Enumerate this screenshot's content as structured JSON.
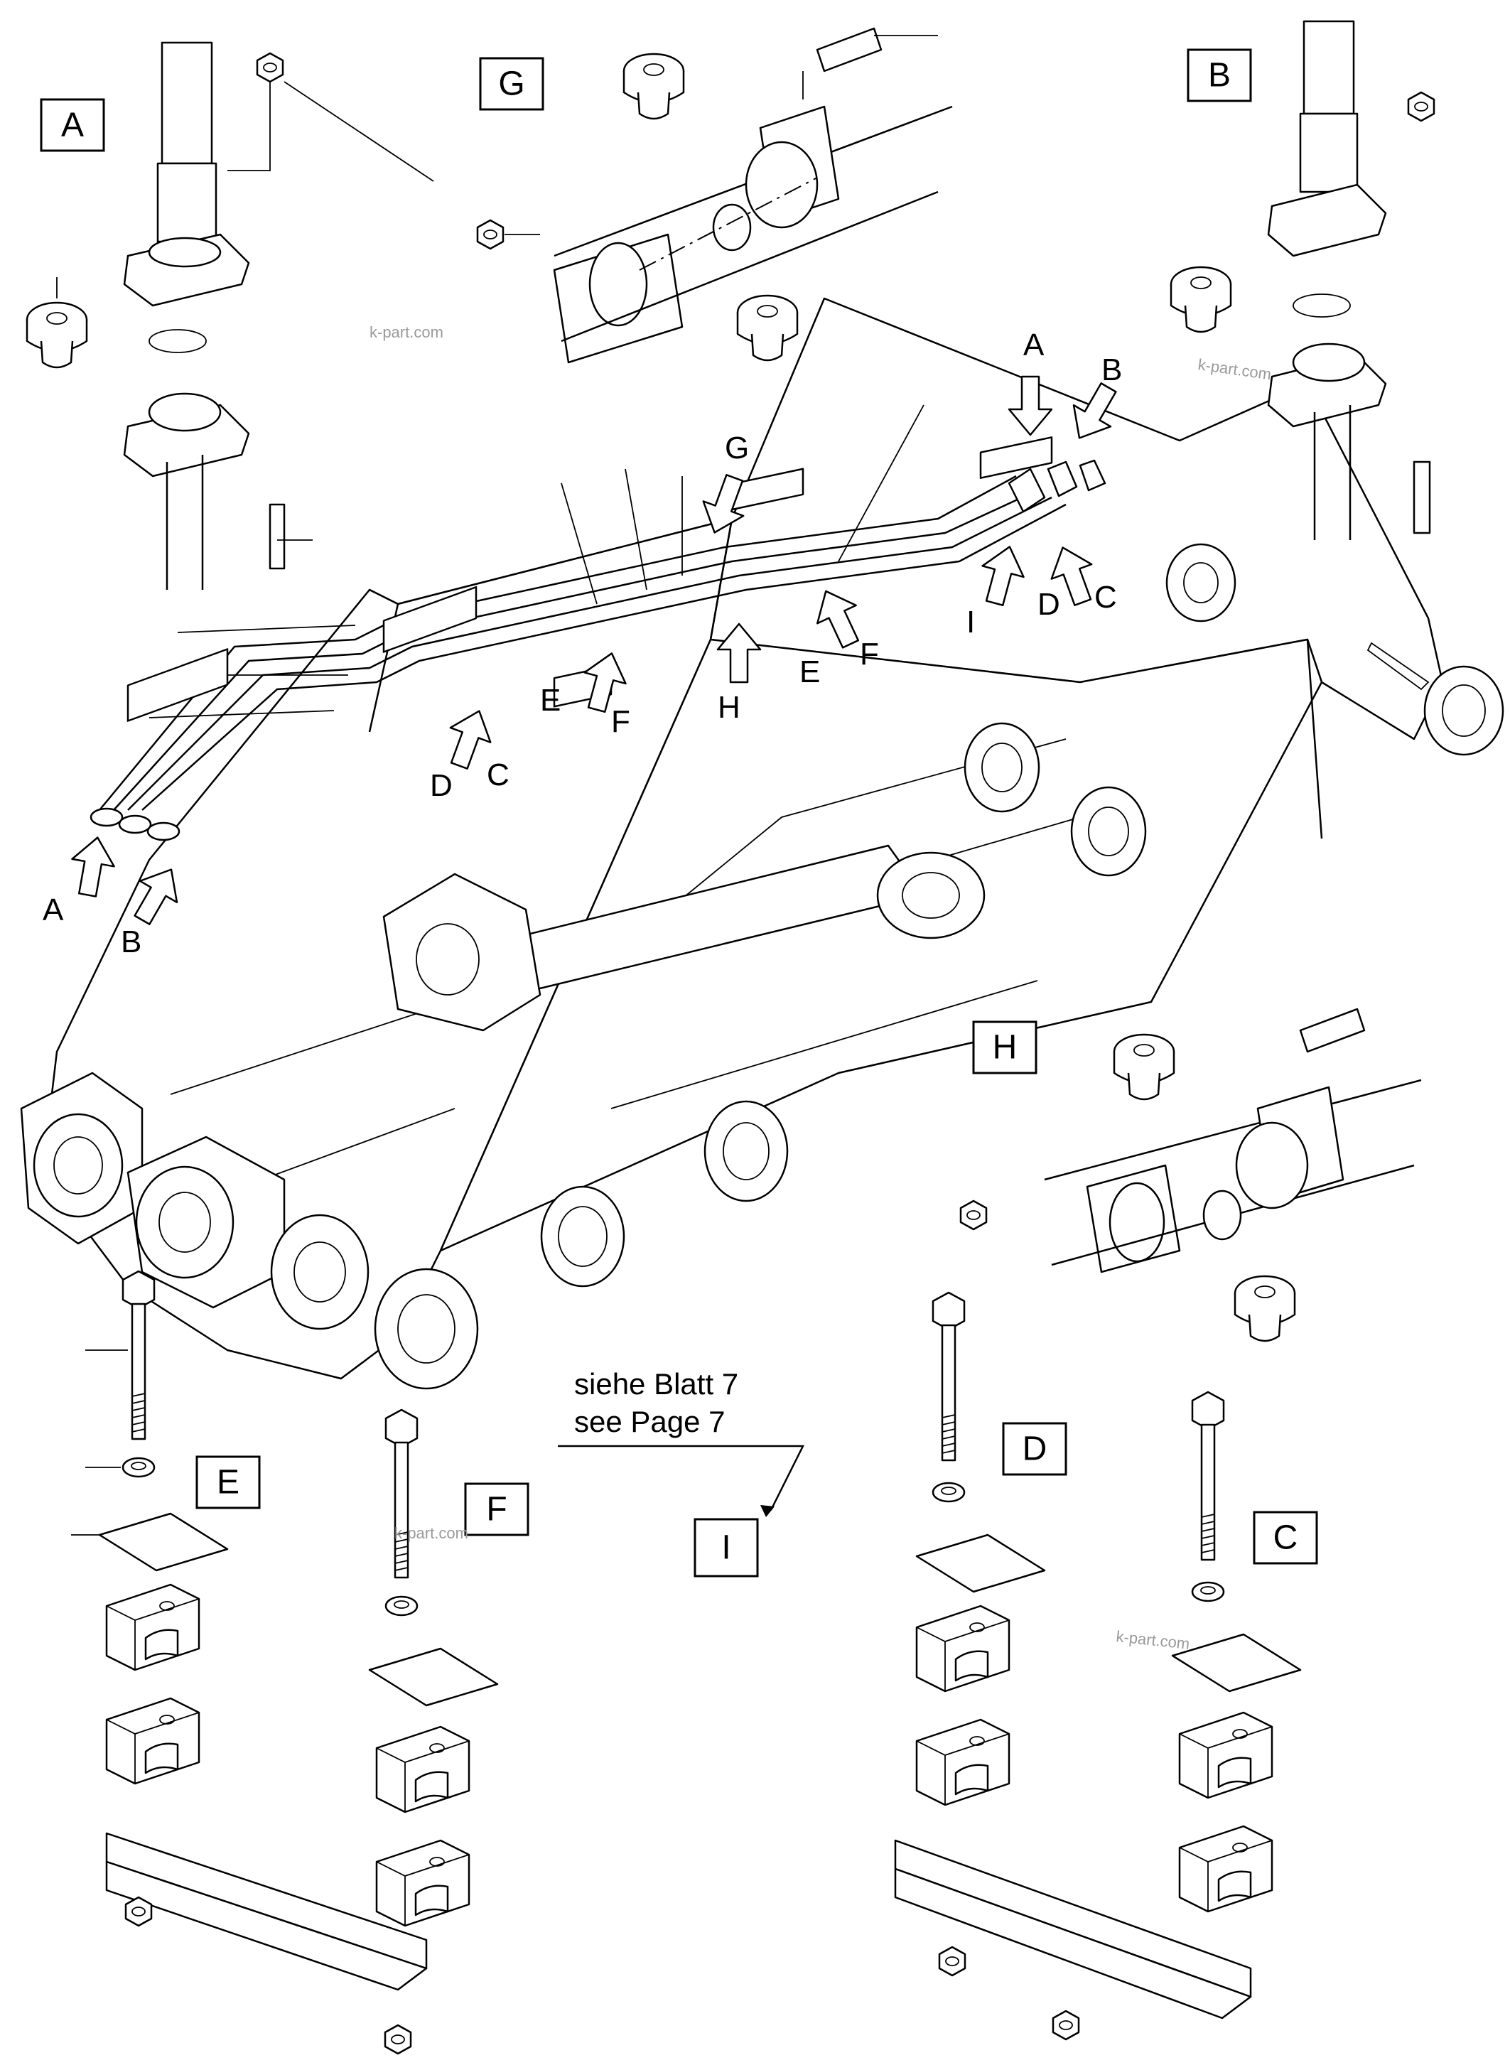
{
  "detail_views": [
    {
      "id": "A",
      "label": "A"
    },
    {
      "id": "G",
      "label": "G"
    },
    {
      "id": "B",
      "label": "B"
    },
    {
      "id": "H",
      "label": "H"
    },
    {
      "id": "E",
      "label": "E"
    },
    {
      "id": "F",
      "label": "F"
    },
    {
      "id": "D",
      "label": "D"
    },
    {
      "id": "C",
      "label": "C"
    },
    {
      "id": "I",
      "label": "I"
    }
  ],
  "pointer_labels": {
    "a_top": "A",
    "b_top": "B",
    "g_top": "G",
    "c_right": "C",
    "d_right": "D",
    "i_right": "I",
    "e_mid": "E",
    "f_mid": "F",
    "h_mid": "H",
    "e_left": "E",
    "f_left": "F",
    "d_left": "D",
    "c_left": "C",
    "a_left": "A",
    "b_left": "B"
  },
  "reference_note": {
    "line1": "siehe Blatt  7",
    "line2": "see     Page 7"
  },
  "watermark": "k-part.com"
}
